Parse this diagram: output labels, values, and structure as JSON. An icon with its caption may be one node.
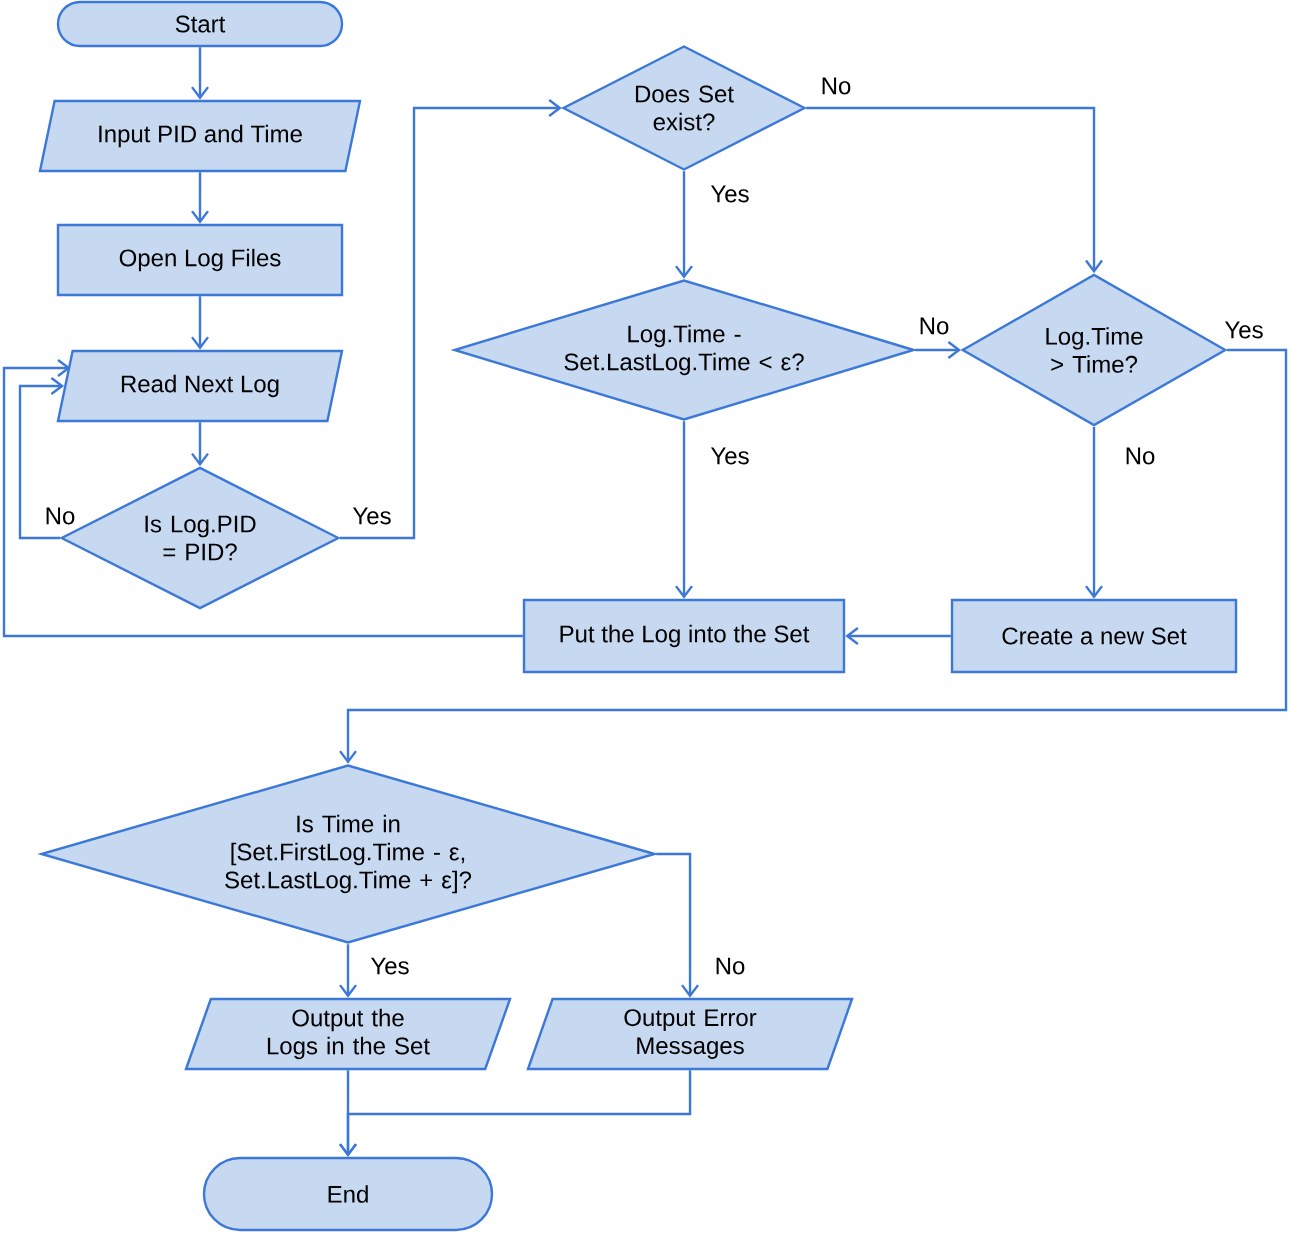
{
  "diagram": {
    "nodes": [
      {
        "text": [
          "Start"
        ]
      },
      {
        "text": [
          "Input PID and Time"
        ]
      },
      {
        "text": [
          "Open Log Files"
        ]
      },
      {
        "text": [
          "Read Next Log"
        ]
      },
      {
        "text": [
          "Is Log.PID = PID?"
        ]
      },
      {
        "text": [
          "Does Set exist?"
        ]
      },
      {
        "text": [
          "Log.Time - Set.LastLog.Time < ε?"
        ]
      },
      {
        "text": [
          "Log.Time > Time?"
        ]
      },
      {
        "text": [
          "Put the Log into the Set"
        ]
      },
      {
        "text": [
          "Create a new Set"
        ]
      },
      {
        "text": [
          "Is Time in [Set.FirstLog.Time - ε, Set.LastLog.Time + ε]?"
        ]
      },
      {
        "text": [
          "Output the Logs in the Set"
        ]
      },
      {
        "text": [
          "Output Error Messages"
        ]
      },
      {
        "text": [
          "End"
        ]
      }
    ],
    "edges": [
      {
        "from": 0,
        "to": 1,
        "arrow": "to"
      },
      {
        "from": 1,
        "to": 2,
        "arrow": "to"
      },
      {
        "from": 2,
        "to": 3,
        "arrow": "to"
      },
      {
        "from": 3,
        "to": 4,
        "arrow": "to"
      },
      {
        "from": 4,
        "to": 3,
        "arrow": "to",
        "label": "No"
      },
      {
        "from": 4,
        "to": 5,
        "arrow": "to",
        "label": "Yes"
      },
      {
        "from": 5,
        "to": 6,
        "arrow": "to",
        "label": "Yes"
      },
      {
        "from": 5,
        "to": 7,
        "arrow": "to",
        "label": "No"
      },
      {
        "from": 6,
        "to": 7,
        "arrow": "to",
        "label": "No"
      },
      {
        "from": 6,
        "to": 8,
        "arrow": "to",
        "label": "Yes"
      },
      {
        "from": 7,
        "to": 9,
        "arrow": "to",
        "label": "No"
      },
      {
        "from": 7,
        "to": 10,
        "arrow": "to",
        "label": "Yes"
      },
      {
        "from": 9,
        "to": 8,
        "arrow": "to"
      },
      {
        "from": 8,
        "to": 3,
        "arrow": "to"
      },
      {
        "from": 10,
        "to": 11,
        "arrow": "to",
        "label": "Yes"
      },
      {
        "from": 10,
        "to": 12,
        "arrow": "to",
        "label": "No"
      },
      {
        "from": 11,
        "to": 13,
        "arrow": "to"
      },
      {
        "from": 12,
        "to": 13,
        "arrow": "to"
      }
    ]
  }
}
